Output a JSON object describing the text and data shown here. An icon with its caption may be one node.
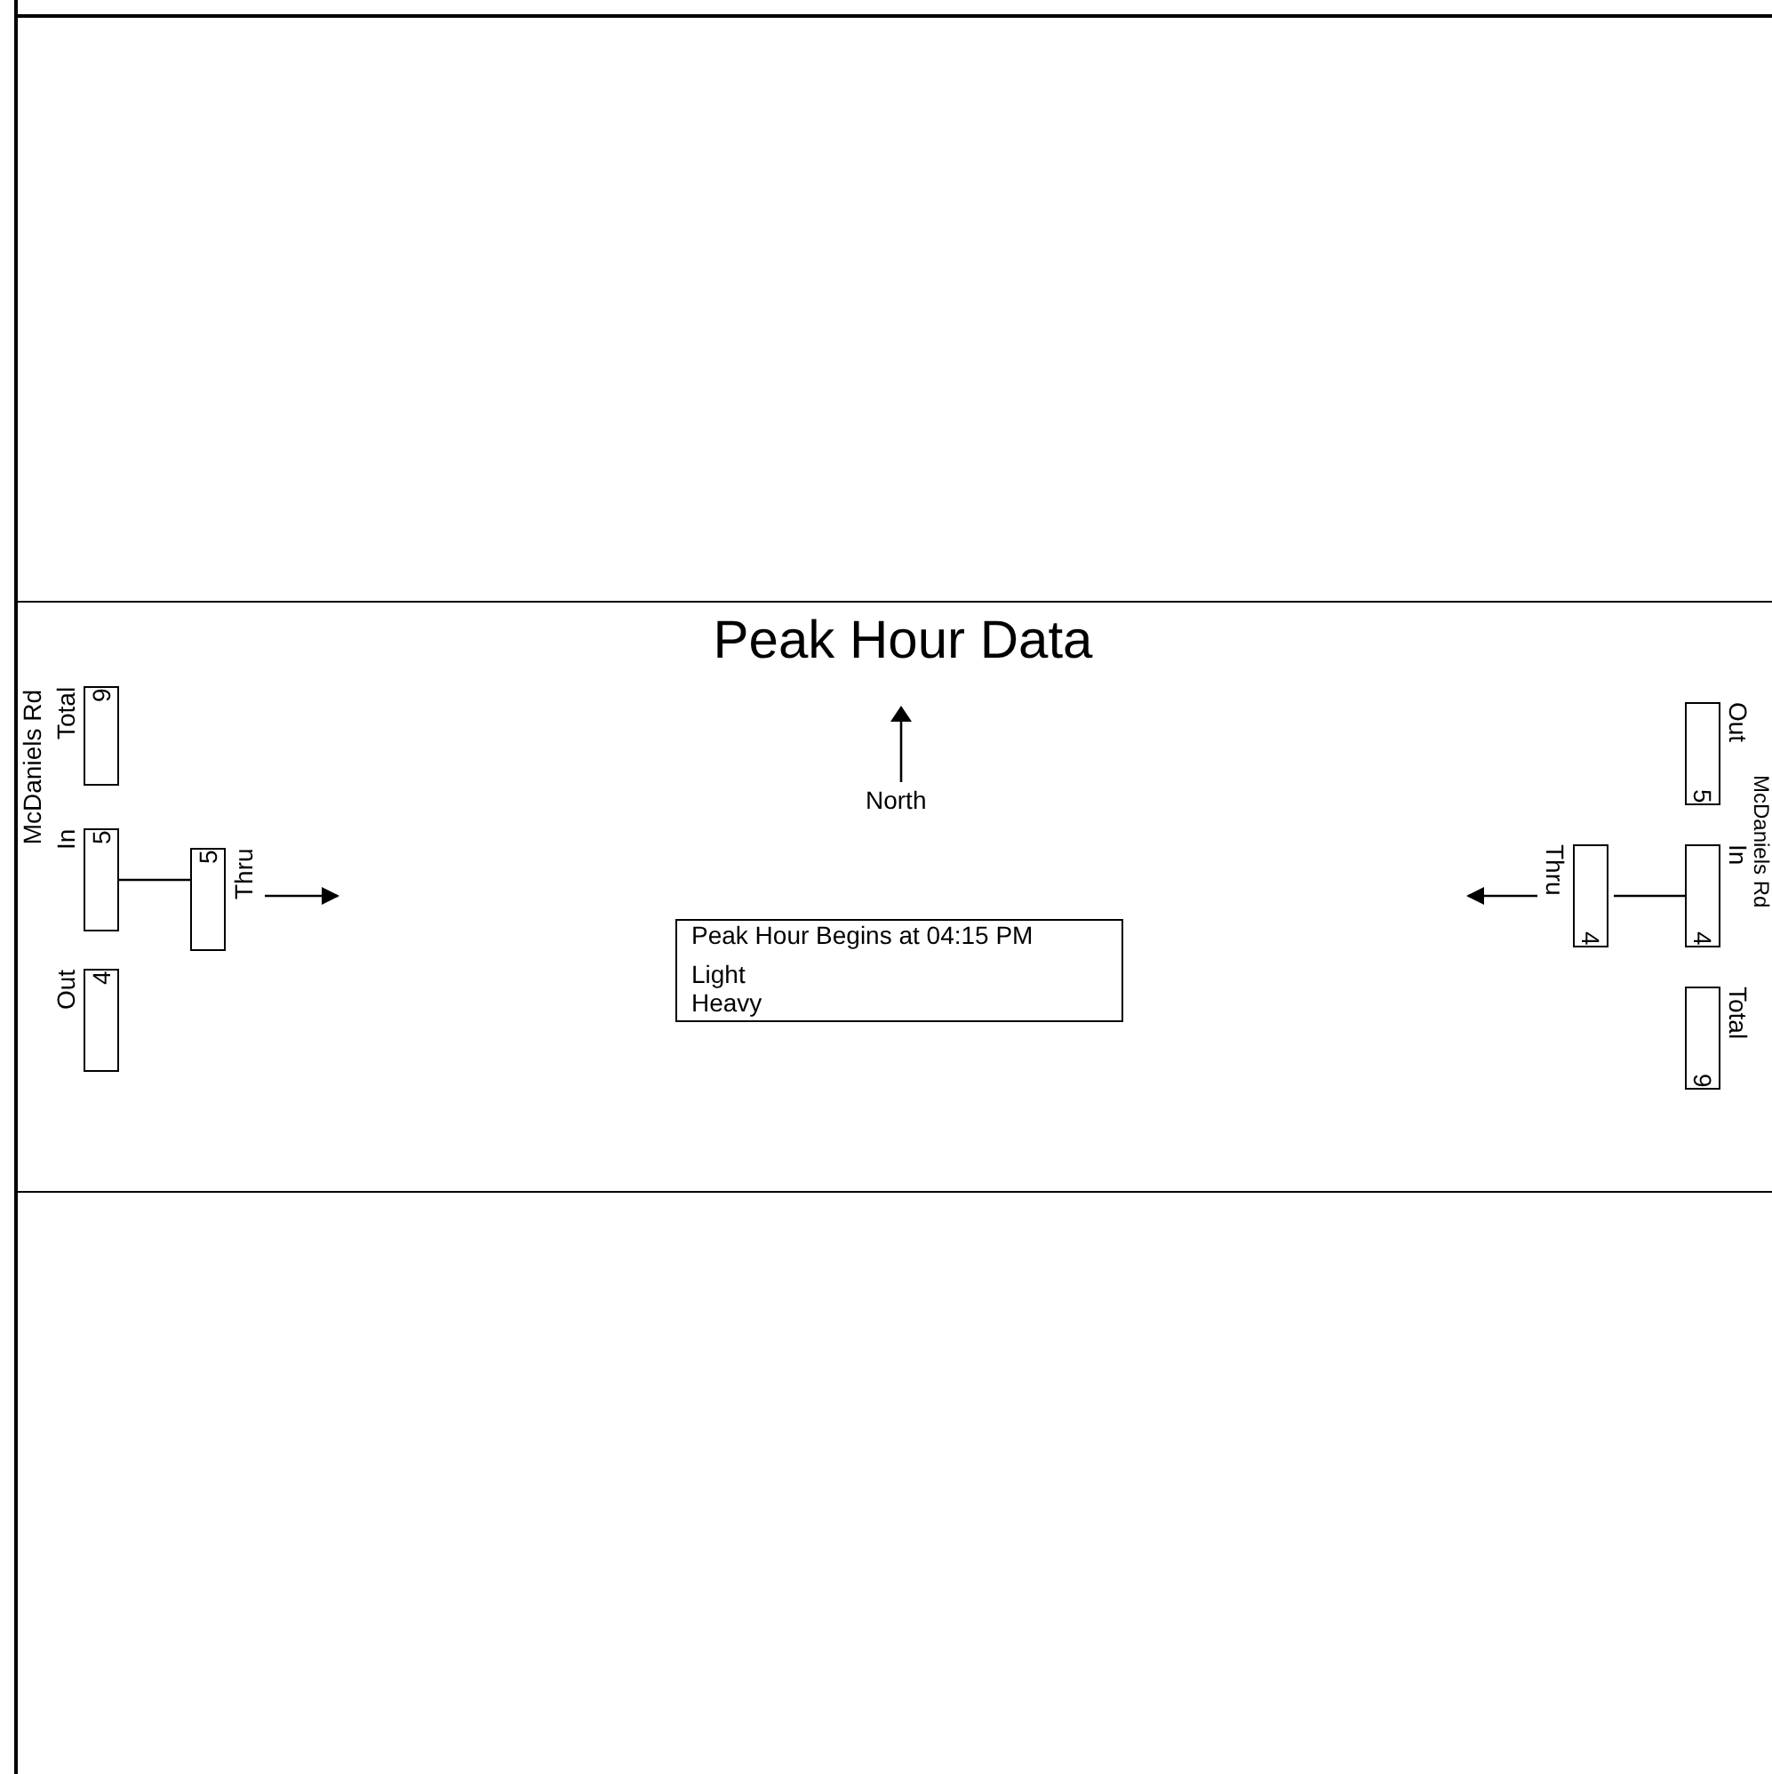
{
  "diagram": {
    "title": "Peak Hour Data",
    "nodes": [
      {
        "text": [
          "Total",
          "9"
        ]
      },
      {
        "text": [
          "In",
          "5"
        ]
      },
      {
        "text": [
          "Out",
          "4"
        ]
      },
      {
        "text": [
          "Thru",
          "5"
        ]
      },
      {
        "text": [
          "Out",
          "5"
        ]
      },
      {
        "text": [
          "In",
          "4"
        ]
      },
      {
        "text": [
          "Thru",
          "4"
        ]
      },
      {
        "text": [
          "Total",
          "9"
        ]
      },
      {
        "text": [
          "Peak Hour Begins at 04:15 PM",
          "Light",
          "Heavy"
        ]
      }
    ],
    "edges": [
      {
        "from": 1,
        "to": 3,
        "arrow": "none"
      },
      {
        "from": 3,
        "to": null,
        "arrow": "to"
      },
      {
        "from": 5,
        "to": 6,
        "arrow": "none"
      },
      {
        "from": 6,
        "to": null,
        "arrow": "to"
      }
    ],
    "labels": [
      "McDaniels Rd",
      "North",
      "McDaniels Rd"
    ]
  }
}
